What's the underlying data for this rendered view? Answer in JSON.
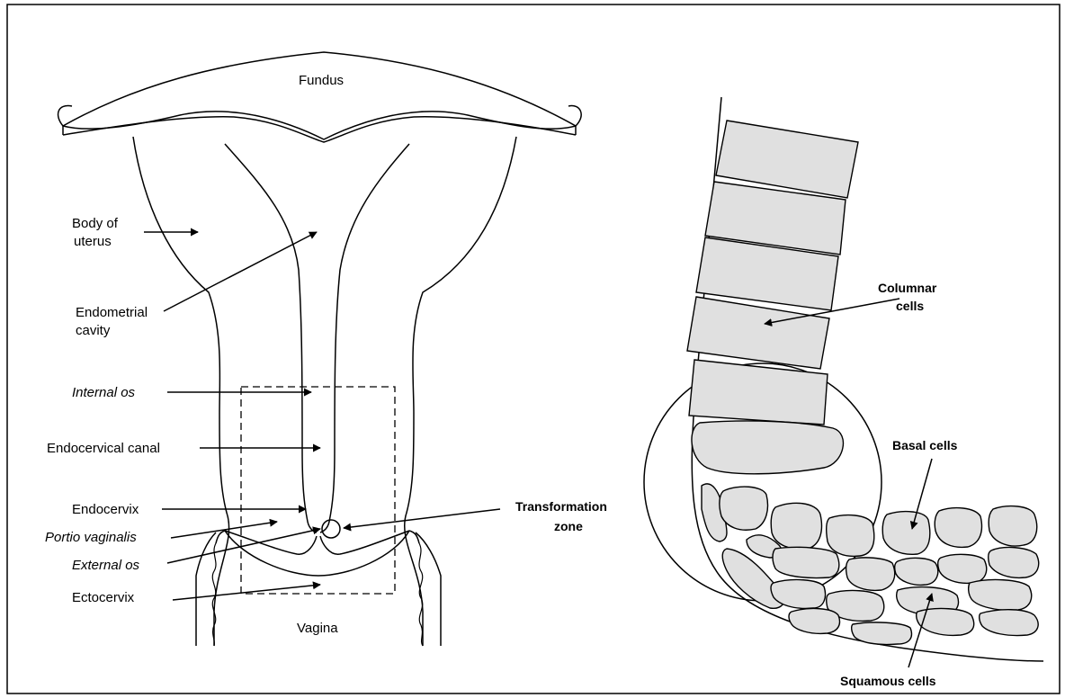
{
  "labels": {
    "fundus": "Fundus",
    "body_of_uterus_1": "Body of",
    "body_of_uterus_2": "uterus",
    "endometrial_1": "Endometrial",
    "endometrial_2": "cavity",
    "internal_os": "Internal os",
    "endocervical_canal": "Endocervical canal",
    "endocervix": "Endocervix",
    "portio_vaginalis": "Portio vaginalis",
    "external_os": "External os",
    "ectocervix": "Ectocervix",
    "vagina": "Vagina",
    "transformation_1": "Transformation",
    "transformation_2": "zone",
    "columnar_1": "Columnar",
    "columnar_2": "cells",
    "basal": "Basal cells",
    "squamous": "Squamous cells"
  },
  "colors": {
    "cell_fill": "#e0e0e0",
    "stroke": "#000000",
    "background": "#ffffff"
  }
}
